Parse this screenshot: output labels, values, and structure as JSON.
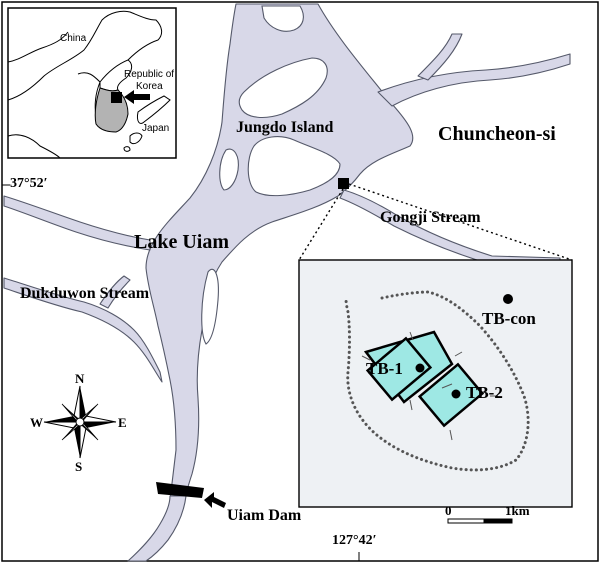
{
  "map": {
    "city_label": "Chuncheon-si",
    "lake_label": "Lake Uiam",
    "island_label": "Jungdo Island",
    "stream_label_1": "Gongji Stream",
    "stream_label_2": "Dukduwon Stream",
    "dam_label": "Uiam Dam",
    "lat_label": "37°52′",
    "lon_label": "127°42′"
  },
  "inset_country": {
    "china_label": "China",
    "korea_label_line1": "Republic of",
    "korea_label_line2": "Korea",
    "japan_label": "Japan"
  },
  "inset_site": {
    "sites": [
      {
        "id": "TB-con"
      },
      {
        "id": "TB-1"
      },
      {
        "id": "TB-2"
      }
    ]
  },
  "compass": {
    "n": "N",
    "s": "S",
    "e": "E",
    "w": "W"
  },
  "scale_bar": {
    "start_label": "0",
    "end_label": "1km"
  },
  "colors": {
    "water": "#d8d8e8",
    "inset_bg": "#eef1f4",
    "bed_fill": "#9ee8e4",
    "korea_fill": "#b3b3b3"
  }
}
